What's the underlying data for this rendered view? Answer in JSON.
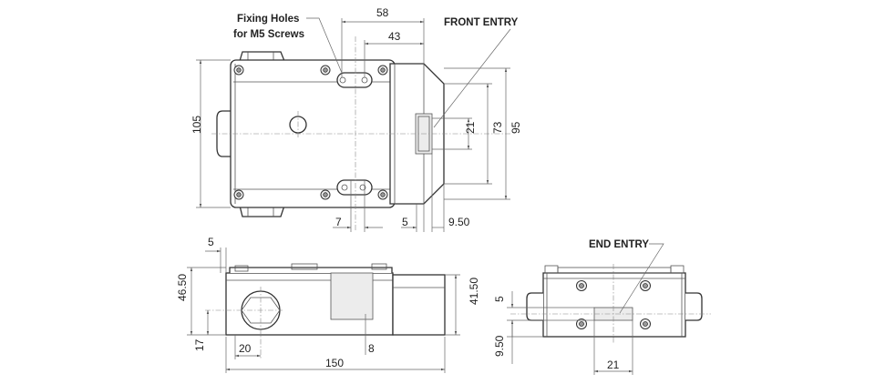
{
  "labels": {
    "fixing_holes_line1": "Fixing Holes",
    "fixing_holes_line2": "for M5 Screws",
    "front_entry": "FRONT ENTRY",
    "end_entry": "END ENTRY"
  },
  "dimensions": {
    "top_width_58": "58",
    "top_width_43": "43",
    "height_105": "105",
    "height_95": "95",
    "height_73": "73",
    "slot_21": "21",
    "hole_7": "7",
    "offset_5": "5",
    "offset_9_50": "9.50",
    "side_5": "5",
    "side_46_50": "46.50",
    "side_17": "17",
    "side_20": "20",
    "side_150": "150",
    "side_8": "8",
    "side_41_50": "41.50",
    "end_5": "5",
    "end_9_50": "9.50",
    "end_21": "21"
  }
}
